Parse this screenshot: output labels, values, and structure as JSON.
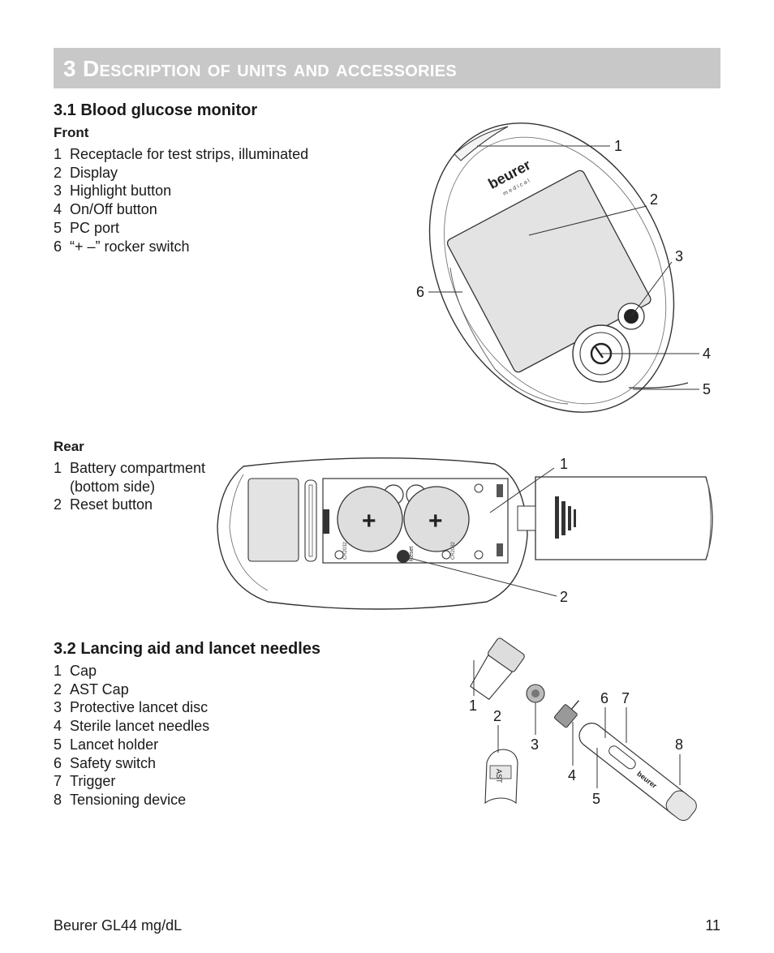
{
  "banner": {
    "title": "3 Description of units and accessories"
  },
  "section_1": {
    "heading": "3.1 Blood glucose monitor",
    "front": {
      "label": "Front",
      "items": [
        {
          "num": "1",
          "text": "Receptacle for test strips, illuminated"
        },
        {
          "num": "2",
          "text": "Display"
        },
        {
          "num": "3",
          "text": "Highlight button"
        },
        {
          "num": "4",
          "text": "On/Off button"
        },
        {
          "num": "5",
          "text": "PC port"
        },
        {
          "num": "6",
          "text": "“+ –” rocker switch"
        }
      ],
      "device": {
        "brand": "beurer",
        "brand_sub": "medical"
      },
      "callouts": [
        "1",
        "2",
        "3",
        "4",
        "5",
        "6"
      ]
    },
    "rear": {
      "label": "Rear",
      "items": [
        {
          "num": "1",
          "text": "Battery compartment",
          "text2": "(bottom side)"
        },
        {
          "num": "2",
          "text": "Reset button"
        }
      ],
      "plus_sign": "+",
      "reset_label": "Reset",
      "battery_type": "CR2032",
      "callouts": [
        "1",
        "2"
      ]
    }
  },
  "section_2": {
    "heading": "3.2 Lancing aid and lancet needles",
    "items": [
      {
        "num": "1",
        "text": "Cap"
      },
      {
        "num": "2",
        "text": "AST Cap"
      },
      {
        "num": "3",
        "text": "Protective lancet disc"
      },
      {
        "num": "4",
        "text": "Sterile lancet needles"
      },
      {
        "num": "5",
        "text": "Lancet holder"
      },
      {
        "num": "6",
        "text": "Safety switch"
      },
      {
        "num": "7",
        "text": "Trigger"
      },
      {
        "num": "8",
        "text": "Tensioning device"
      }
    ],
    "ast_label": "AST",
    "brand": "beurer",
    "callouts": [
      "1",
      "2",
      "3",
      "4",
      "5",
      "6",
      "7",
      "8"
    ]
  },
  "footer": {
    "left": "Beurer GL44 mg/dL",
    "page": "11"
  }
}
